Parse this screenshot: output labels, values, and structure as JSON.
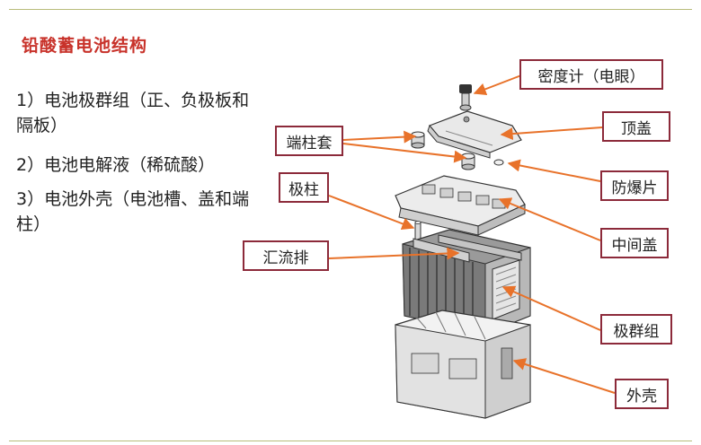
{
  "title": "铅酸蓄电池结构",
  "points": [
    "1）电池极群组（正、负极板和隔板）",
    "2）电池电解液（稀硫酸）",
    "3）电池外壳（电池槽、盖和端柱）"
  ],
  "labels": {
    "hydrometer": "密度计（电眼）",
    "top_cover": "顶盖",
    "terminal_sleeve": "端柱套",
    "explosion_proof": "防爆片",
    "terminal_post": "极柱",
    "middle_cover": "中间盖",
    "busbar": "汇流排",
    "plate_group": "极群组",
    "case": "外壳"
  },
  "colors": {
    "title": "#c8322a",
    "arrow": "#e8722a",
    "box_border": "#8c2a3a",
    "rule": "#b8bc7a"
  }
}
